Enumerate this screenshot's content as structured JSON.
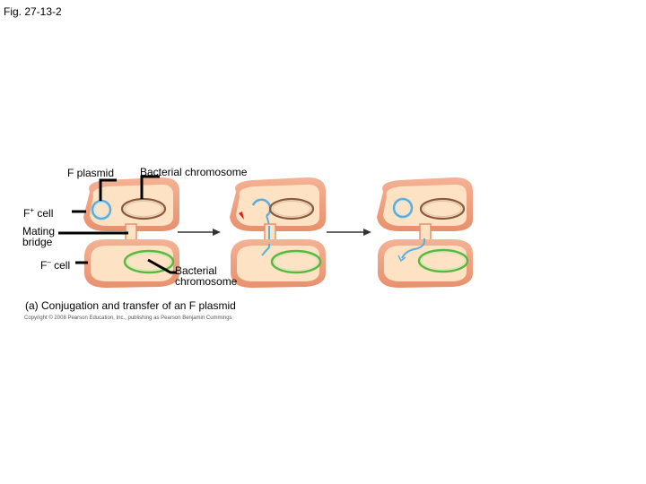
{
  "figure_title": "Fig. 27-13-2",
  "labels": {
    "f_plasmid": "F plasmid",
    "bacterial_chromosome_top": "Bacterial chromosome",
    "f_plus_cell_base": "F",
    "f_plus_sign": "+",
    "cell_word": " cell",
    "mating_bridge": "Mating bridge",
    "f_minus_cell_base": "F",
    "f_minus_sign": "–",
    "bacterial_chromosome_bottom": "Bacterial chromosome"
  },
  "caption": "(a) Conjugation and transfer of an F plasmid",
  "copyright": "Copyright © 2008 Pearson Education, Inc., publishing as Pearson Benjamin Cummings",
  "colors": {
    "cell_membrane": "#f0a080",
    "cell_interior": "#fde3c4",
    "chromosome_fplus": "#8b5a3c",
    "chromosome_fminus": "#5ab840",
    "plasmid": "#5aaee0",
    "arrow": "#333333",
    "red_arrow": "#d42020"
  }
}
